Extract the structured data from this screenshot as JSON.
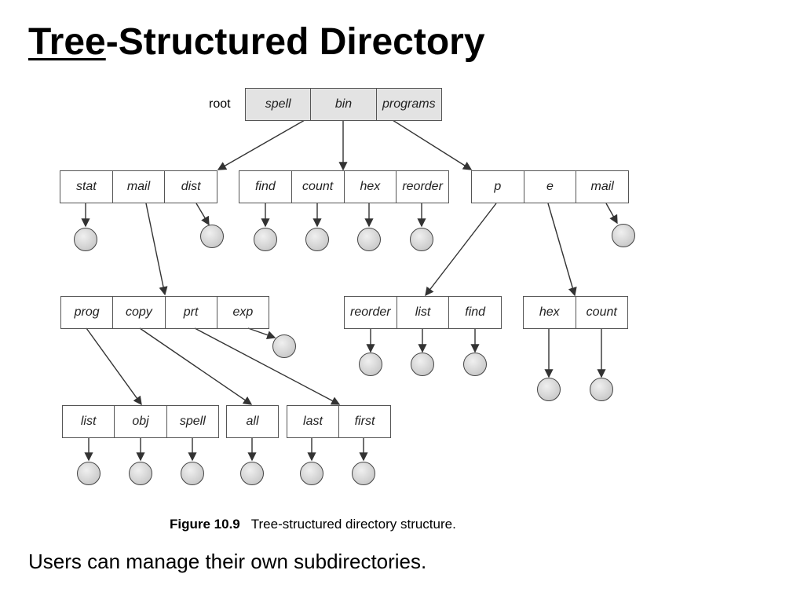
{
  "slide": {
    "title_underlined": "Tree",
    "title_rest": "-Structured Directory",
    "body_text": "Users can manage their own subdirectories."
  },
  "figure": {
    "root_label": "root",
    "root_entries": [
      "spell",
      "bin",
      "programs"
    ],
    "level1_a": [
      "stat",
      "mail",
      "dist"
    ],
    "level1_b": [
      "find",
      "count",
      "hex",
      "reorder"
    ],
    "level1_c": [
      "p",
      "e",
      "mail"
    ],
    "level2_a": [
      "prog",
      "copy",
      "prt",
      "exp"
    ],
    "level2_b": [
      "reorder",
      "list",
      "find"
    ],
    "level2_c": [
      "hex",
      "count"
    ],
    "level3_a": [
      "list",
      "obj",
      "spell"
    ],
    "level3_b": [
      "all"
    ],
    "level3_c": [
      "last",
      "first"
    ],
    "caption_label": "Figure 10.9",
    "caption_text": "Tree-structured directory structure."
  }
}
